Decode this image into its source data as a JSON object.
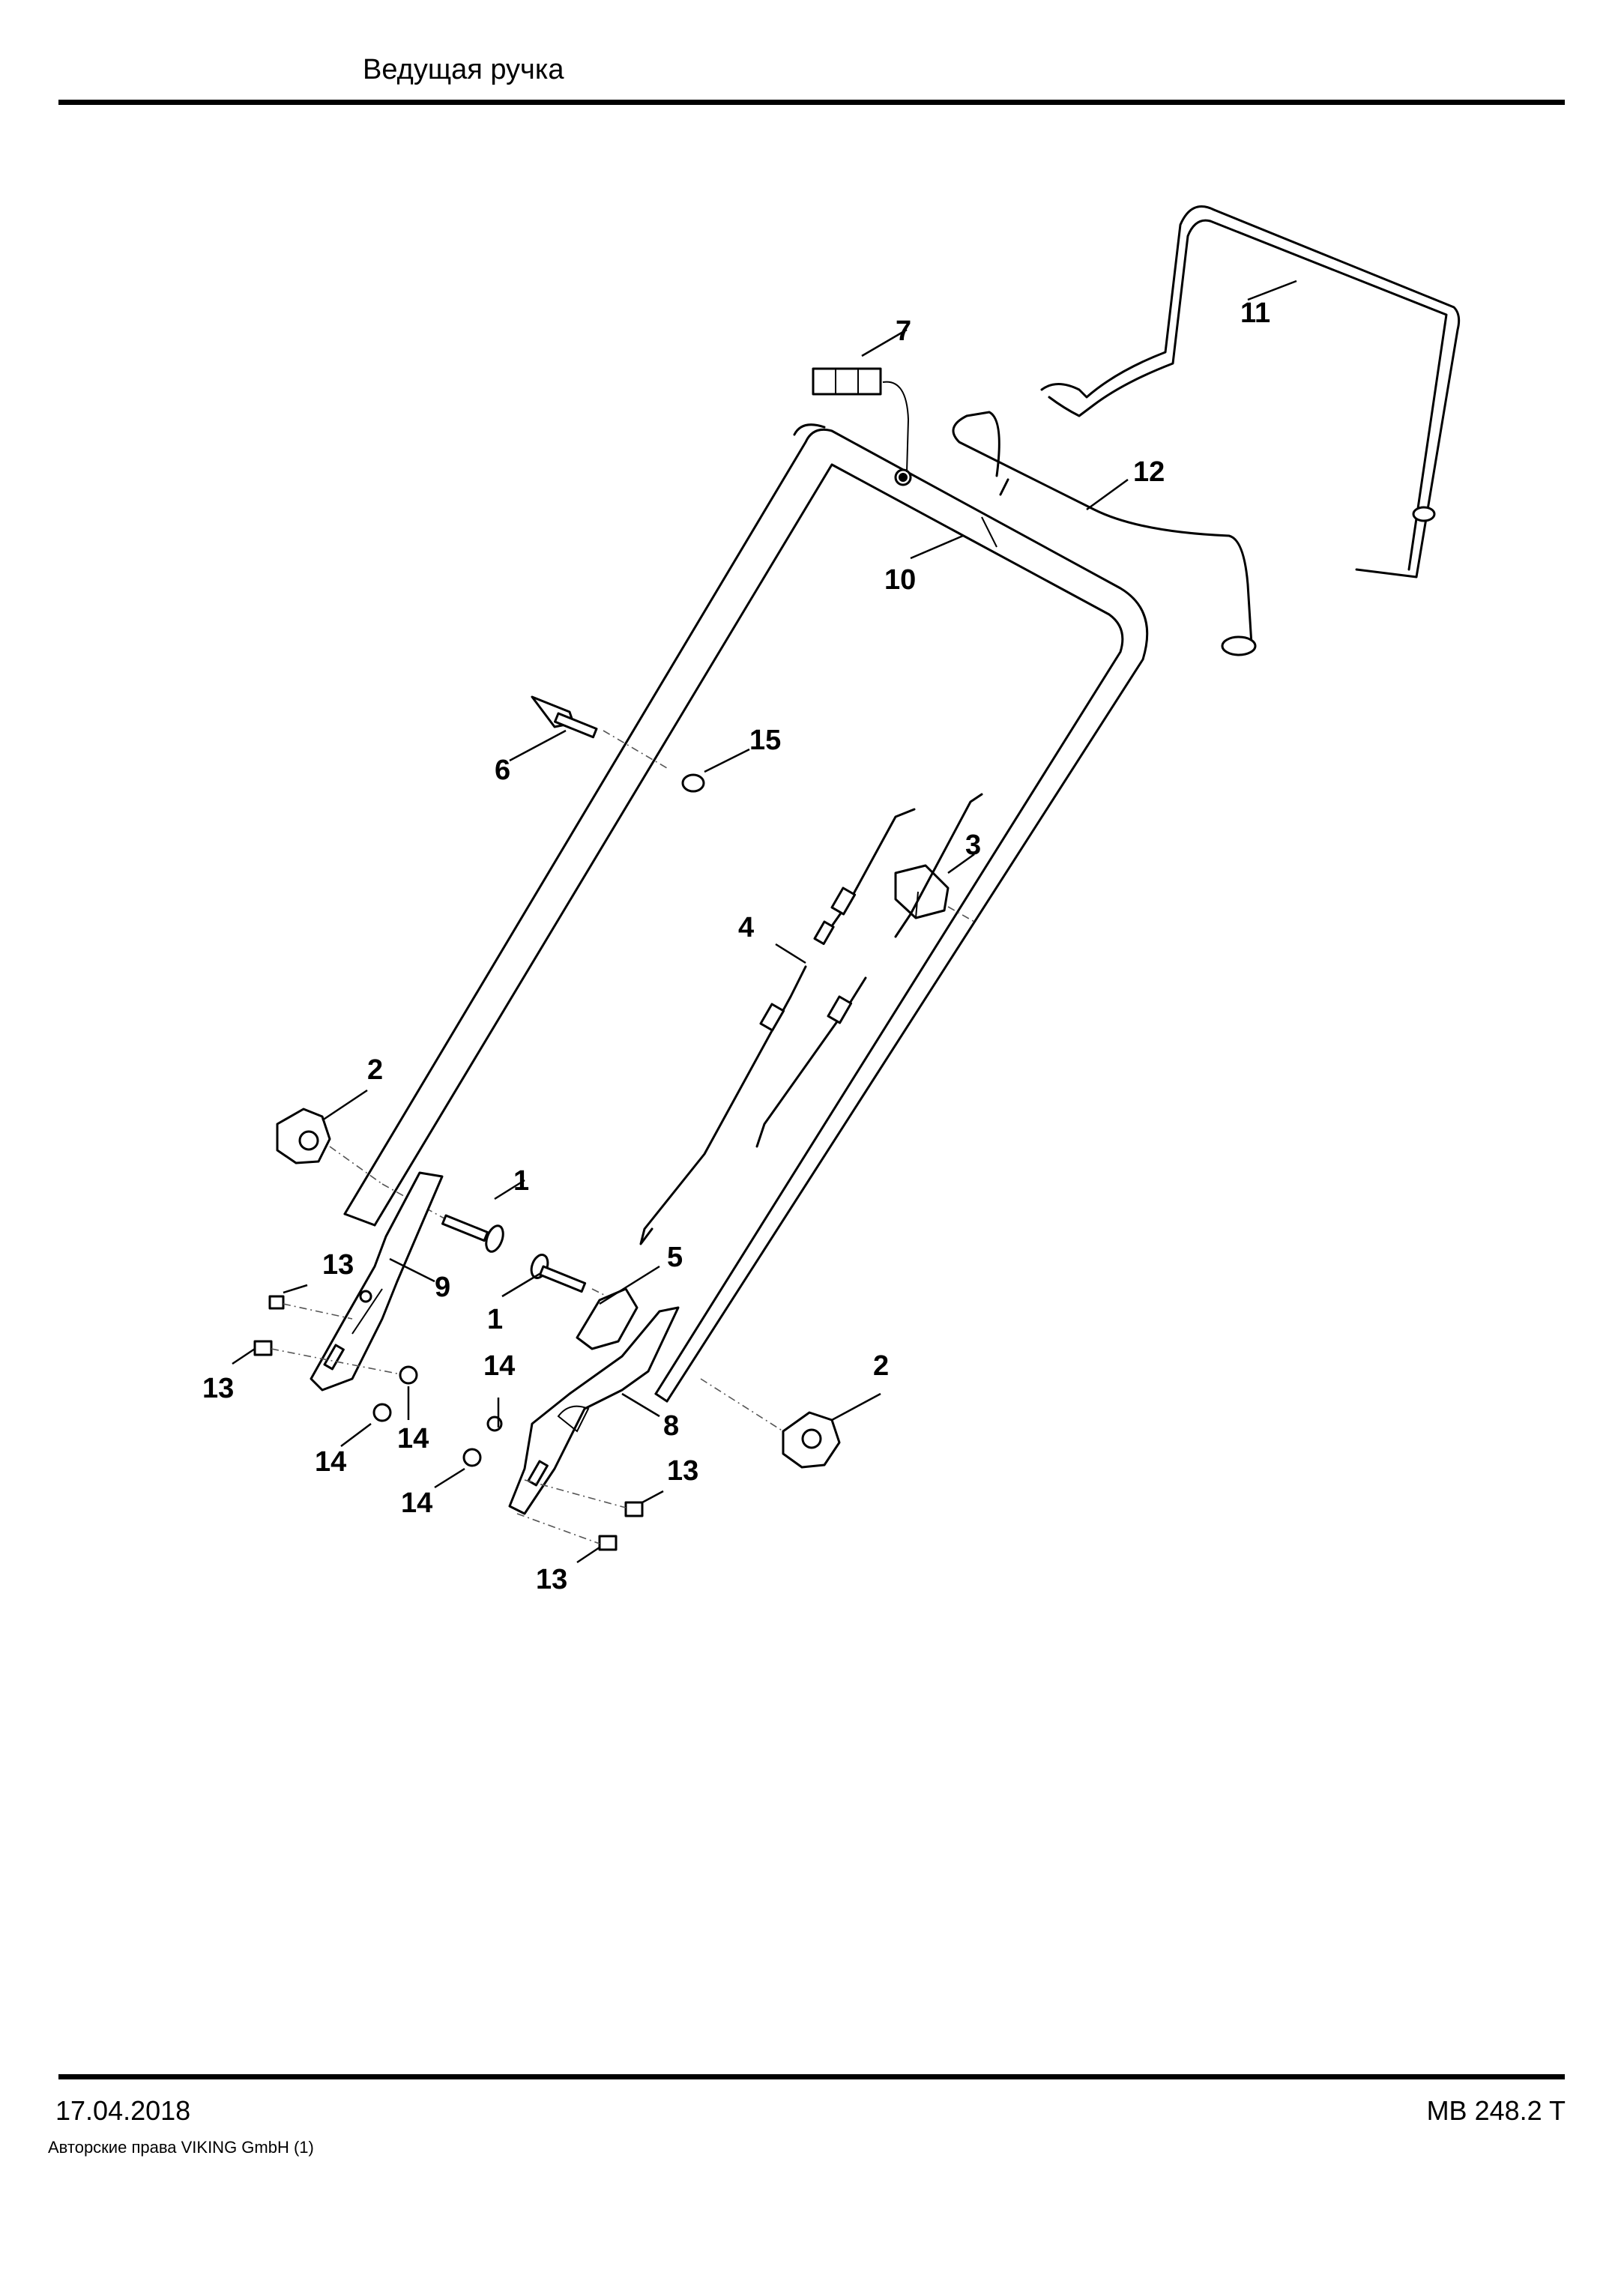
{
  "header": {
    "title": "Ведущая ручка"
  },
  "footer": {
    "date": "17.04.2018",
    "model": "MB 248.2 T",
    "copyright": "Авторские права VIKING GmbH  (1)"
  },
  "callouts": {
    "c1a": "1",
    "c1b": "1",
    "c2a": "2",
    "c2b": "2",
    "c3": "3",
    "c4": "4",
    "c5": "5",
    "c6": "6",
    "c7": "7",
    "c8": "8",
    "c9": "9",
    "c10": "10",
    "c11": "11",
    "c12": "12",
    "c13a": "13",
    "c13b": "13",
    "c13c": "13",
    "c13d": "13",
    "c14a": "14",
    "c14b": "14",
    "c14c": "14",
    "c14d": "14",
    "c15": "15"
  }
}
